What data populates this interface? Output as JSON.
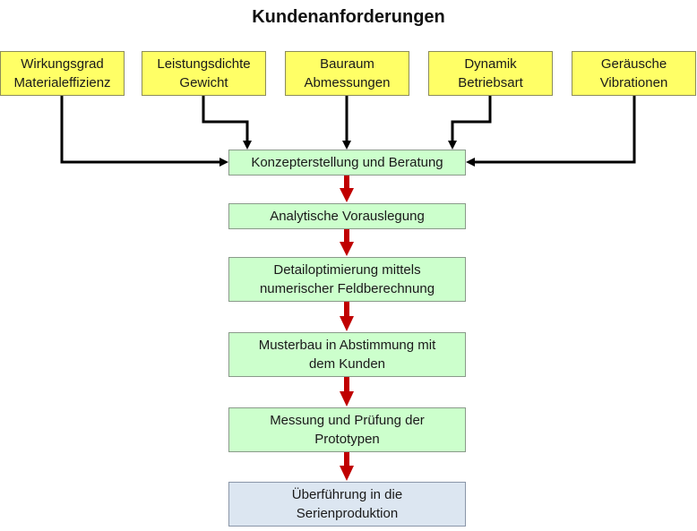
{
  "title": "Kundenanforderungen",
  "requirements": [
    {
      "line1": "Wirkungsgrad",
      "line2": "Materialeffizienz"
    },
    {
      "line1": "Leistungsdichte",
      "line2": "Gewicht"
    },
    {
      "line1": "Bauraum",
      "line2": "Abmessungen"
    },
    {
      "line1": "Dynamik",
      "line2": "Betriebsart"
    },
    {
      "line1": "Geräusche",
      "line2": "Vibrationen"
    }
  ],
  "steps": [
    {
      "line1": "Konzepterstellung und Beratung",
      "line2": ""
    },
    {
      "line1": "Analytische Vorauslegung",
      "line2": ""
    },
    {
      "line1": "Detailoptimierung mittels",
      "line2": "numerischer Feldberechnung"
    },
    {
      "line1": "Musterbau in Abstimmung mit",
      "line2": "dem Kunden"
    },
    {
      "line1": "Messung und Prüfung der",
      "line2": "Prototypen"
    },
    {
      "line1": "Überführung in die",
      "line2": "Serienproduktion"
    }
  ],
  "colors": {
    "requirement_fill": "#ffff66",
    "step_fill": "#ccffcc",
    "final_fill": "#dce6f1",
    "connector": "#000000",
    "flow_arrow": "#c00000"
  }
}
